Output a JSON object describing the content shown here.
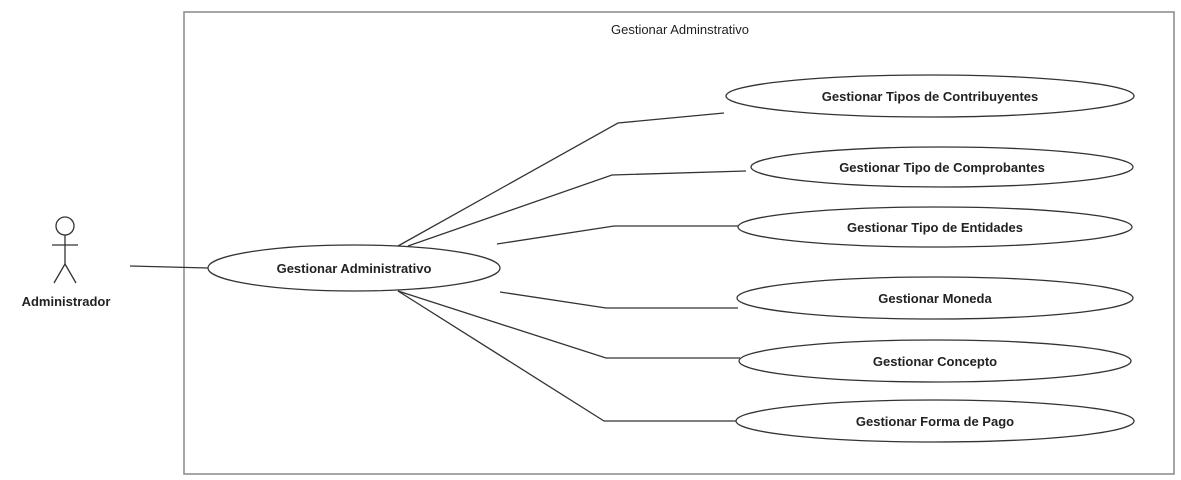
{
  "system": {
    "title": "Gestionar Adminstrativo"
  },
  "actor": {
    "name": "Administrador"
  },
  "main_use_case": {
    "label": "Gestionar Administrativo"
  },
  "use_cases": [
    {
      "label": "Gestionar Tipos de Contribuyentes"
    },
    {
      "label": "Gestionar Tipo de Comprobantes"
    },
    {
      "label": "Gestionar Tipo de Entidades"
    },
    {
      "label": "Gestionar Moneda"
    },
    {
      "label": "Gestionar Concepto"
    },
    {
      "label": "Gestionar Forma de Pago"
    }
  ]
}
